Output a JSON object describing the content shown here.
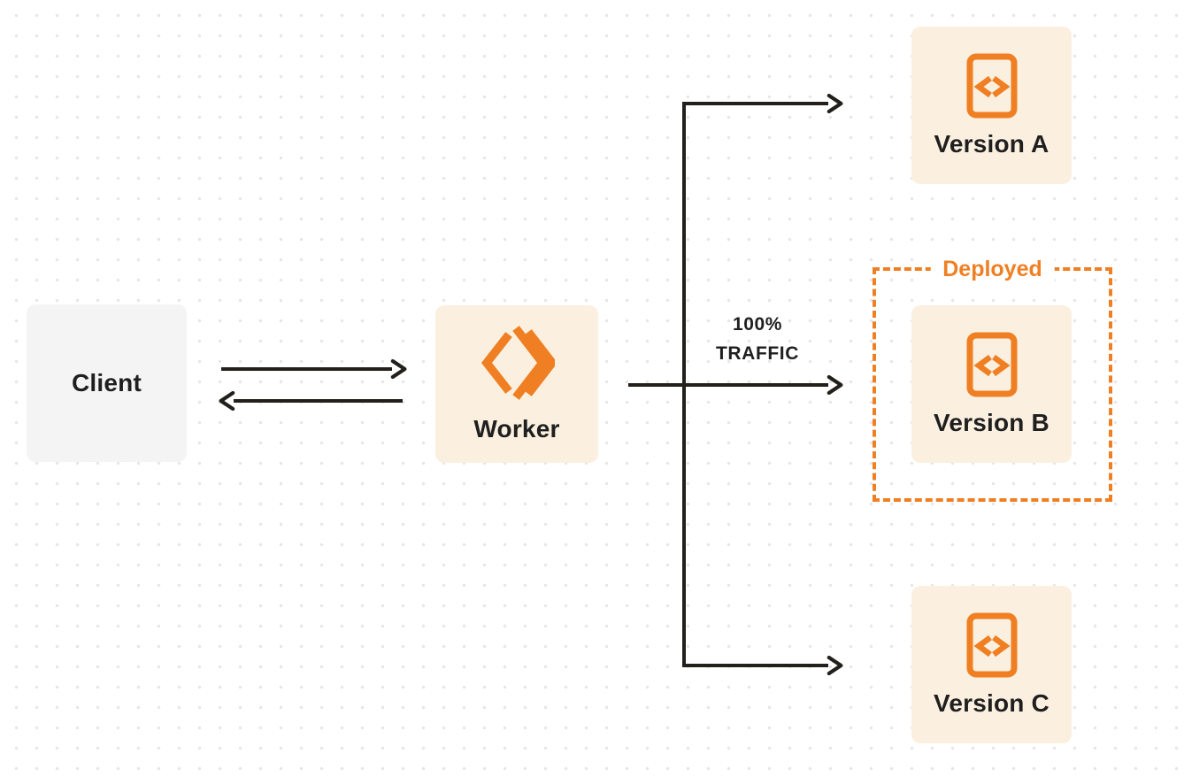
{
  "diagram": {
    "client": {
      "label": "Client"
    },
    "worker": {
      "label": "Worker"
    },
    "versions": [
      {
        "label": "Version A"
      },
      {
        "label": "Version B"
      },
      {
        "label": "Version C"
      }
    ],
    "deployed_label": "Deployed",
    "traffic": {
      "line1": "100%",
      "line2": "TRAFFIC"
    },
    "icons": {
      "worker": "cloudflare-workers-chevrons-icon",
      "version": "code-file-icon"
    },
    "colors": {
      "accent_orange": "#ef7f22",
      "card_cream": "#fbf0e0",
      "card_gray": "#f4f4f5",
      "connector_dark": "#231f1a",
      "text_dark": "#1f1f1f",
      "dot_grid": "#e6e6e7",
      "background": "#ffffff"
    }
  }
}
